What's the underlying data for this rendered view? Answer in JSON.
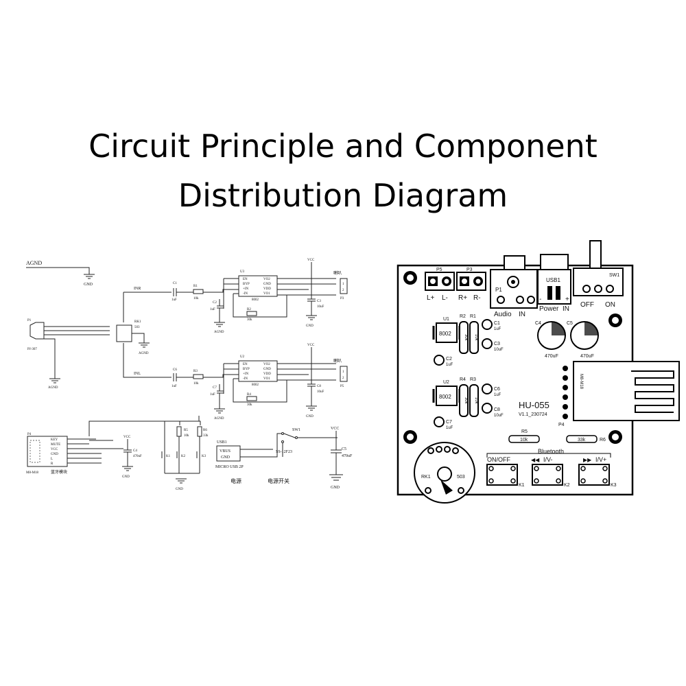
{
  "title": {
    "line1": "Circuit Principle and Component",
    "line2": "Distribution Diagram"
  },
  "schematic": {
    "agnd": "AGND",
    "gnd": "GND",
    "vcc": "VCC",
    "u3": "U3",
    "u2": "U2",
    "chip": "8002",
    "pins": [
      "EN",
      "BYP",
      "+IN",
      "-IN",
      "VO2",
      "GND",
      "VDD",
      "VO1"
    ],
    "inr": "INR",
    "inl": "INL",
    "c1": "C1",
    "c1v": "1uF",
    "c6": "C6",
    "c6v": "1uF",
    "c2": "C2",
    "c2v": "1uF",
    "c7": "C7",
    "c7v": "1uF",
    "c3": "C3",
    "c3v": "10uF",
    "c8": "C8",
    "c8v": "10uF",
    "r1": "R1",
    "r1v": "10k",
    "r3": "R3",
    "r3v": "10k",
    "r2": "R2",
    "r2v": "30k",
    "r4": "R4",
    "r4v": "30k",
    "r5": "R5",
    "r5v": "10k",
    "r6": "R6",
    "r6v": "33k",
    "speaker": "喇叭",
    "p3": "P3",
    "p5": "P5",
    "p1": "P1",
    "p1type": "PJ-307",
    "rk1": "RK1",
    "rk1v": "503",
    "p4": "P4",
    "p4pins": [
      "KEY",
      "MUTE",
      "VCC",
      "GND",
      "L",
      "R"
    ],
    "bt_module": "M8-M18",
    "bt_label": "蓝牙模块",
    "c4": "C4",
    "c4v": "470uF",
    "c5": "C5",
    "c5v": "470uF",
    "k1": "K1",
    "k2": "K2",
    "k3": "K3",
    "usb1": "USB1",
    "vbus": "VBUS",
    "gndpin": "GND",
    "usb_type": "MICRO USB 2P",
    "sw1": "SW1",
    "sw_type": "SS-12F23",
    "power": "电源",
    "power_switch": "电源开关"
  },
  "pcb": {
    "p5": "P5",
    "p3": "P3",
    "l_plus": "L+",
    "l_minus": "L-",
    "r_plus": "R+",
    "r_minus": "R-",
    "p1": "P1",
    "audio": "Audio",
    "in": "IN",
    "usb1": "USB1",
    "power": "Power",
    "power_in": "IN",
    "sw1": "SW1",
    "off": "OFF",
    "on": "ON",
    "u1": "U1",
    "u2": "U2",
    "chip": "8002",
    "r2": "R2",
    "r1": "R1",
    "r4": "R4",
    "r3": "R3",
    "r_30k": "30k",
    "r_10k": "10k",
    "c1": "C1",
    "c1v": "1uF",
    "c3": "C3",
    "c3v": "10uF",
    "c2": "C2",
    "c2v": "1uF",
    "c6": "C6",
    "c6v": "1uF",
    "c8": "C8",
    "c8v": "10uF",
    "c7": "C7",
    "c7v": "1uF",
    "c4": "C4",
    "c5": "C5",
    "cap470": "470uF",
    "module": "M8-M18",
    "p4": "P4",
    "board": "HU-055",
    "version": "V1.1_230724",
    "r5": "R5",
    "r5v": "10k",
    "r6": "R6",
    "r6v": "33k",
    "bluetooth": "Bluetooth",
    "onoff": "ON/OFF",
    "prev": "I/V-",
    "next": "I/V+",
    "k1": "K1",
    "k2": "K2",
    "k3": "K3",
    "rk1": "RK1",
    "rk1v": "503"
  }
}
